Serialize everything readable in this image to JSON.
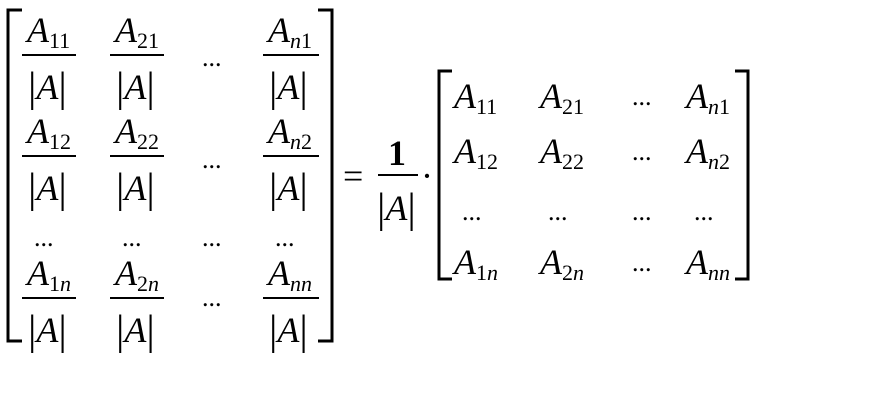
{
  "lhs": {
    "rows": [
      [
        {
          "num_var": "A",
          "num_sub": "11",
          "den_var": "A"
        },
        {
          "num_var": "A",
          "num_sub": "21",
          "den_var": "A"
        },
        {
          "dots": "..."
        },
        {
          "num_var": "A",
          "num_sub_var": "n",
          "num_sub_num": "1",
          "den_var": "A"
        }
      ],
      [
        {
          "num_var": "A",
          "num_sub": "12",
          "den_var": "A"
        },
        {
          "num_var": "A",
          "num_sub": "22",
          "den_var": "A"
        },
        {
          "dots": "..."
        },
        {
          "num_var": "A",
          "num_sub_var": "n",
          "num_sub_num": "2",
          "den_var": "A"
        }
      ],
      [
        {
          "dots": "..."
        },
        {
          "dots": "..."
        },
        {
          "dots": "..."
        },
        {
          "dots": "..."
        }
      ],
      [
        {
          "num_var": "A",
          "num_sub_num": "1",
          "num_sub_var": "n",
          "den_var": "A"
        },
        {
          "num_var": "A",
          "num_sub_num": "2",
          "num_sub_var": "n",
          "den_var": "A"
        },
        {
          "dots": "..."
        },
        {
          "num_var": "A",
          "num_sub_var": "nn",
          "den_var": "A"
        }
      ]
    ]
  },
  "equals": "=",
  "scalar": {
    "numerator": "1",
    "den_var": "A"
  },
  "dot_operator": "·",
  "rhs": {
    "rows": [
      [
        {
          "var": "A",
          "sub": "11"
        },
        {
          "var": "A",
          "sub": "21"
        },
        {
          "dots": "..."
        },
        {
          "var": "A",
          "sub_var": "n",
          "sub_num": "1"
        }
      ],
      [
        {
          "var": "A",
          "sub": "12"
        },
        {
          "var": "A",
          "sub": "22"
        },
        {
          "dots": "..."
        },
        {
          "var": "A",
          "sub_var": "n",
          "sub_num": "2"
        }
      ],
      [
        {
          "dots": "..."
        },
        {
          "dots": "..."
        },
        {
          "dots": "..."
        },
        {
          "dots": "..."
        }
      ],
      [
        {
          "var": "A",
          "sub_num": "1",
          "sub_var": "n"
        },
        {
          "var": "A",
          "sub_num": "2",
          "sub_var": "n"
        },
        {
          "dots": "..."
        },
        {
          "var": "A",
          "sub_var": "nn"
        }
      ]
    ]
  },
  "pipe_char": "|"
}
